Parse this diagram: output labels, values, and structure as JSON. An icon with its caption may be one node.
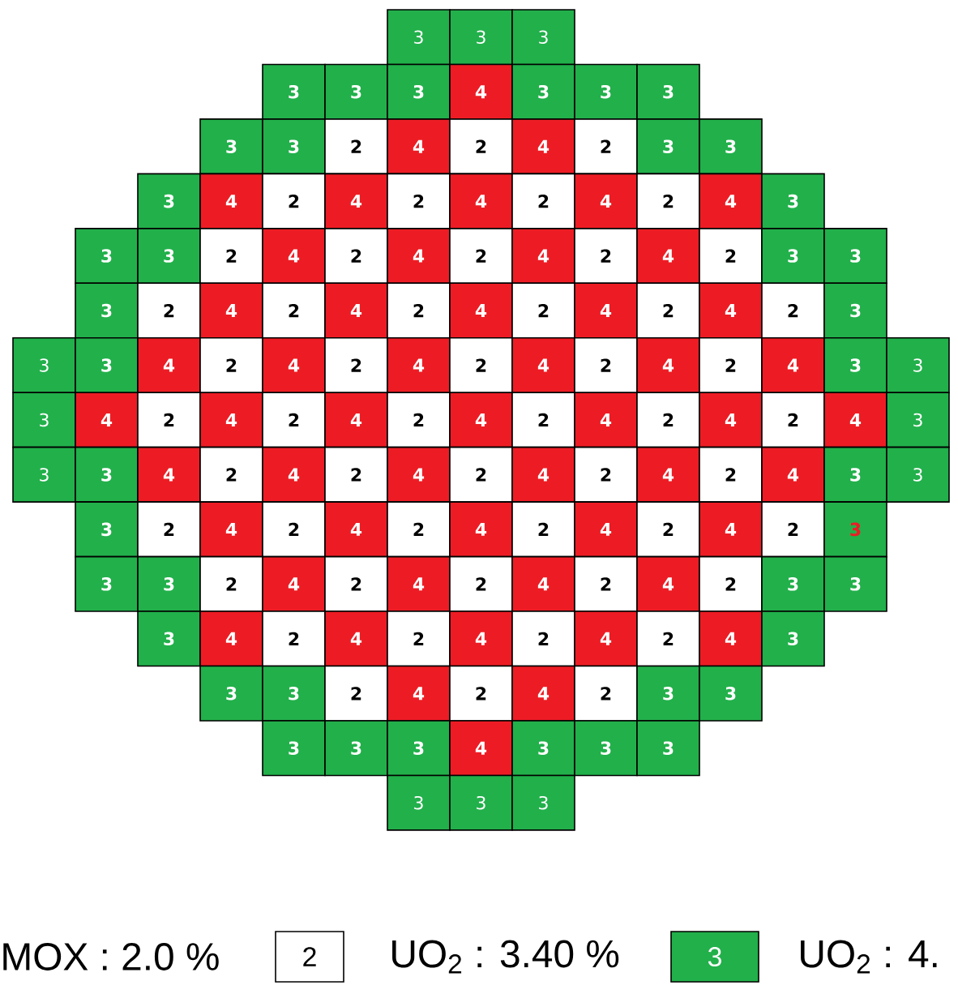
{
  "diagram": {
    "nodes": [
      {
        "text": [
          "3"
        ]
      },
      {
        "text": [
          "3"
        ]
      },
      {
        "text": [
          "3"
        ]
      },
      {
        "text": [
          "3"
        ]
      },
      {
        "text": [
          "3"
        ]
      },
      {
        "text": [
          "3"
        ]
      },
      {
        "text": [
          "4"
        ]
      },
      {
        "text": [
          "3"
        ]
      },
      {
        "text": [
          "3"
        ]
      },
      {
        "text": [
          "3"
        ]
      },
      {
        "text": [
          "3"
        ]
      },
      {
        "text": [
          "3"
        ]
      },
      {
        "text": [
          "2"
        ]
      },
      {
        "text": [
          "4"
        ]
      },
      {
        "text": [
          "2"
        ]
      },
      {
        "text": [
          "4"
        ]
      },
      {
        "text": [
          "2"
        ]
      },
      {
        "text": [
          "3"
        ]
      },
      {
        "text": [
          "3"
        ]
      },
      {
        "text": [
          "3"
        ]
      },
      {
        "text": [
          "4"
        ]
      },
      {
        "text": [
          "2"
        ]
      },
      {
        "text": [
          "4"
        ]
      },
      {
        "text": [
          "2"
        ]
      },
      {
        "text": [
          "4"
        ]
      },
      {
        "text": [
          "2"
        ]
      },
      {
        "text": [
          "4"
        ]
      },
      {
        "text": [
          "2"
        ]
      },
      {
        "text": [
          "4"
        ]
      },
      {
        "text": [
          "3"
        ]
      },
      {
        "text": [
          "3"
        ]
      },
      {
        "text": [
          "3"
        ]
      },
      {
        "text": [
          "2"
        ]
      },
      {
        "text": [
          "4"
        ]
      },
      {
        "text": [
          "2"
        ]
      },
      {
        "text": [
          "4"
        ]
      },
      {
        "text": [
          "2"
        ]
      },
      {
        "text": [
          "4"
        ]
      },
      {
        "text": [
          "2"
        ]
      },
      {
        "text": [
          "4"
        ]
      },
      {
        "text": [
          "2"
        ]
      },
      {
        "text": [
          "3"
        ]
      },
      {
        "text": [
          "3"
        ]
      },
      {
        "text": [
          "3"
        ]
      },
      {
        "text": [
          "2"
        ]
      },
      {
        "text": [
          "4"
        ]
      },
      {
        "text": [
          "2"
        ]
      },
      {
        "text": [
          "4"
        ]
      },
      {
        "text": [
          "2"
        ]
      },
      {
        "text": [
          "4"
        ]
      },
      {
        "text": [
          "2"
        ]
      },
      {
        "text": [
          "4"
        ]
      },
      {
        "text": [
          "2"
        ]
      },
      {
        "text": [
          "4"
        ]
      },
      {
        "text": [
          "2"
        ]
      },
      {
        "text": [
          "3"
        ]
      },
      {
        "text": [
          "3"
        ]
      },
      {
        "text": [
          "3"
        ]
      },
      {
        "text": [
          "4"
        ]
      },
      {
        "text": [
          "2"
        ]
      },
      {
        "text": [
          "4"
        ]
      },
      {
        "text": [
          "2"
        ]
      },
      {
        "text": [
          "4"
        ]
      },
      {
        "text": [
          "2"
        ]
      },
      {
        "text": [
          "4"
        ]
      },
      {
        "text": [
          "2"
        ]
      },
      {
        "text": [
          "4"
        ]
      },
      {
        "text": [
          "2"
        ]
      },
      {
        "text": [
          "4"
        ]
      },
      {
        "text": [
          "3"
        ]
      },
      {
        "text": [
          "3"
        ]
      },
      {
        "text": [
          "3"
        ]
      },
      {
        "text": [
          "4"
        ]
      },
      {
        "text": [
          "2"
        ]
      },
      {
        "text": [
          "4"
        ]
      },
      {
        "text": [
          "2"
        ]
      },
      {
        "text": [
          "4"
        ]
      },
      {
        "text": [
          "2"
        ]
      },
      {
        "text": [
          "4"
        ]
      },
      {
        "text": [
          "2"
        ]
      },
      {
        "text": [
          "4"
        ]
      },
      {
        "text": [
          "2"
        ]
      },
      {
        "text": [
          "4"
        ]
      },
      {
        "text": [
          "2"
        ]
      },
      {
        "text": [
          "4"
        ]
      },
      {
        "text": [
          "3"
        ]
      },
      {
        "text": [
          "3"
        ]
      },
      {
        "text": [
          "3"
        ]
      },
      {
        "text": [
          "4"
        ]
      },
      {
        "text": [
          "2"
        ]
      },
      {
        "text": [
          "4"
        ]
      },
      {
        "text": [
          "2"
        ]
      },
      {
        "text": [
          "4"
        ]
      },
      {
        "text": [
          "2"
        ]
      },
      {
        "text": [
          "4"
        ]
      },
      {
        "text": [
          "2"
        ]
      },
      {
        "text": [
          "4"
        ]
      },
      {
        "text": [
          "2"
        ]
      },
      {
        "text": [
          "4"
        ]
      },
      {
        "text": [
          "3"
        ]
      },
      {
        "text": [
          "3"
        ]
      },
      {
        "text": [
          "3"
        ]
      },
      {
        "text": [
          "2"
        ]
      },
      {
        "text": [
          "4"
        ]
      },
      {
        "text": [
          "2"
        ]
      },
      {
        "text": [
          "4"
        ]
      },
      {
        "text": [
          "2"
        ]
      },
      {
        "text": [
          "4"
        ]
      },
      {
        "text": [
          "2"
        ]
      },
      {
        "text": [
          "4"
        ]
      },
      {
        "text": [
          "2"
        ]
      },
      {
        "text": [
          "4"
        ]
      },
      {
        "text": [
          "2"
        ]
      },
      {
        "text": [
          "3"
        ]
      },
      {
        "text": [
          "3"
        ]
      },
      {
        "text": [
          "3"
        ]
      },
      {
        "text": [
          "2"
        ]
      },
      {
        "text": [
          "4"
        ]
      },
      {
        "text": [
          "2"
        ]
      },
      {
        "text": [
          "4"
        ]
      },
      {
        "text": [
          "2"
        ]
      },
      {
        "text": [
          "4"
        ]
      },
      {
        "text": [
          "2"
        ]
      },
      {
        "text": [
          "4"
        ]
      },
      {
        "text": [
          "2"
        ]
      },
      {
        "text": [
          "3"
        ]
      },
      {
        "text": [
          "3"
        ]
      },
      {
        "text": [
          "3"
        ]
      },
      {
        "text": [
          "4"
        ]
      },
      {
        "text": [
          "2"
        ]
      },
      {
        "text": [
          "4"
        ]
      },
      {
        "text": [
          "2"
        ]
      },
      {
        "text": [
          "4"
        ]
      },
      {
        "text": [
          "2"
        ]
      },
      {
        "text": [
          "4"
        ]
      },
      {
        "text": [
          "2"
        ]
      },
      {
        "text": [
          "4"
        ]
      },
      {
        "text": [
          "3"
        ]
      },
      {
        "text": [
          "3"
        ]
      },
      {
        "text": [
          "3"
        ]
      },
      {
        "text": [
          "2"
        ]
      },
      {
        "text": [
          "4"
        ]
      },
      {
        "text": [
          "2"
        ]
      },
      {
        "text": [
          "4"
        ]
      },
      {
        "text": [
          "2"
        ]
      },
      {
        "text": [
          "3"
        ]
      },
      {
        "text": [
          "3"
        ]
      },
      {
        "text": [
          "3"
        ]
      },
      {
        "text": [
          "3"
        ]
      },
      {
        "text": [
          "3"
        ]
      },
      {
        "text": [
          "4"
        ]
      },
      {
        "text": [
          "3"
        ]
      },
      {
        "text": [
          "3"
        ]
      },
      {
        "text": [
          "3"
        ]
      },
      {
        "text": [
          "3"
        ]
      },
      {
        "text": [
          "3"
        ]
      },
      {
        "text": [
          "3"
        ]
      }
    ],
    "labels": [
      "2",
      "3"
    ],
    "legend": [
      {
        "text": "MOX : 2.0 %"
      },
      {
        "text": "UO$_{2}$ : 3.40 %"
      },
      {
        "text": "UO$_{2}$ : 4.",
        "color": "#22b04b"
      }
    ]
  }
}
